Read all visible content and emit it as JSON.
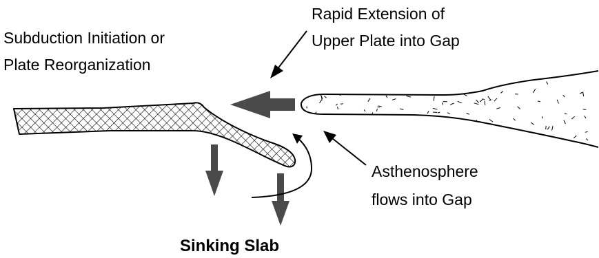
{
  "colors": {
    "background": "#ffffff",
    "outline": "#000000",
    "arrow_fill": "#4a4a4a",
    "hatch": "#000000",
    "speckle": "#000000"
  },
  "labels": {
    "subduction_line1": "Subduction Initiation or",
    "subduction_line2": "Plate Reorganization",
    "extension_line1": "Rapid Extension of",
    "extension_line2": "Upper Plate into Gap",
    "asthenosphere_line1": "Asthenosphere",
    "asthenosphere_line2": "flows into Gap",
    "sinking_slab": "Sinking Slab"
  },
  "elements": {
    "lower_plate": "cross-hatched subducting plate",
    "upper_plate": "speckled extending upper plate",
    "sinking_arrows": "two downward arrows",
    "extension_arrow": "thick leftward arrow",
    "flow_arrow": "curved asthenosphere flow arrow"
  }
}
